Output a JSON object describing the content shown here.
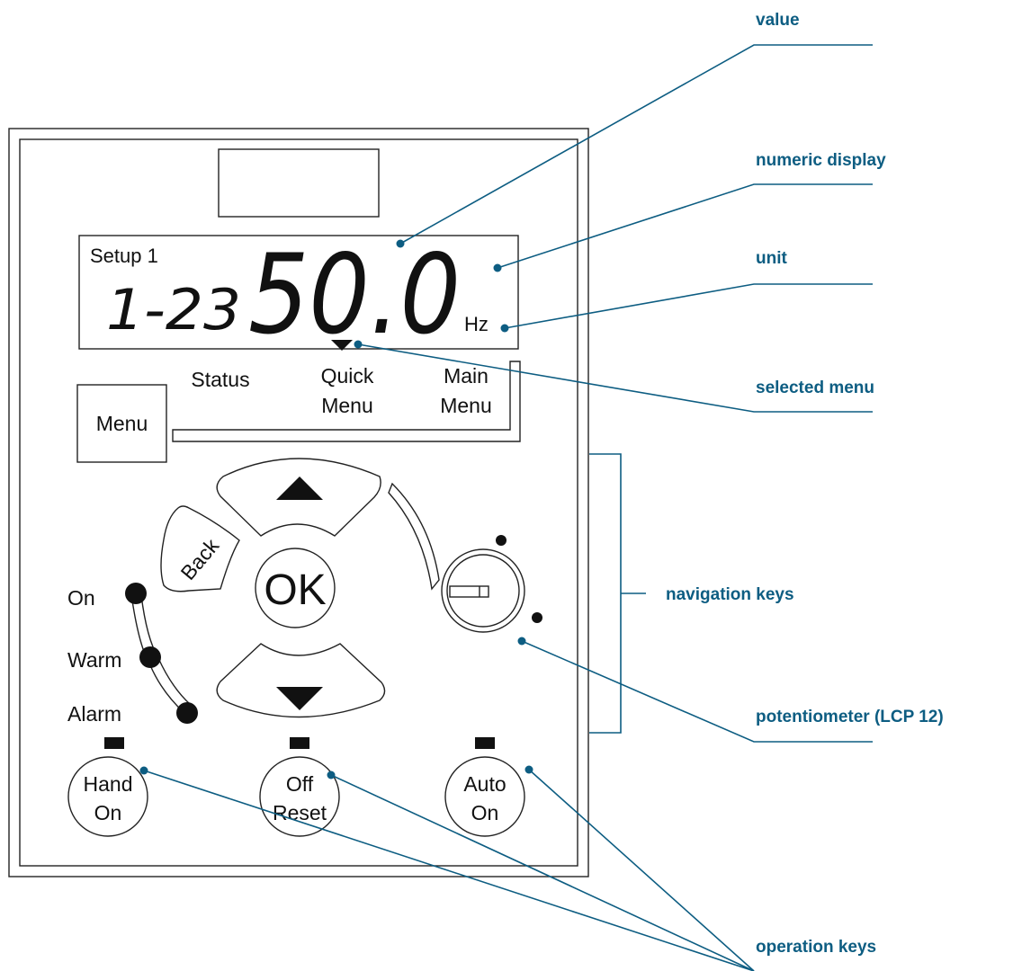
{
  "callouts": {
    "value": "value",
    "numeric_display": "numeric display",
    "unit": "unit",
    "selected_menu": "selected menu",
    "navigation_keys": "navigation keys",
    "potentiometer": "potentiometer (LCP 12)",
    "operation_keys": "operation keys"
  },
  "display": {
    "setup": "Setup 1",
    "parameter": "1-23",
    "value": "50.0",
    "unit": "Hz"
  },
  "menu": {
    "button": "Menu",
    "status": "Status",
    "quick_line1": "Quick",
    "quick_line2": "Menu",
    "main_line1": "Main",
    "main_line2": "Menu"
  },
  "nav": {
    "back": "Back",
    "ok": "OK"
  },
  "leds": {
    "on": "On",
    "warm": "Warm",
    "alarm": "Alarm"
  },
  "keys": {
    "hand_line1": "Hand",
    "hand_line2": "On",
    "off_line1": "Off",
    "off_line2": "Reset",
    "auto_line1": "Auto",
    "auto_line2": "On"
  },
  "colors": {
    "callout": "#0d5d82",
    "panel_stroke": "#222222"
  },
  "icons": {
    "up": "triangle-up-icon",
    "down": "triangle-down-icon",
    "selected_menu": "triangle-down-icon"
  }
}
